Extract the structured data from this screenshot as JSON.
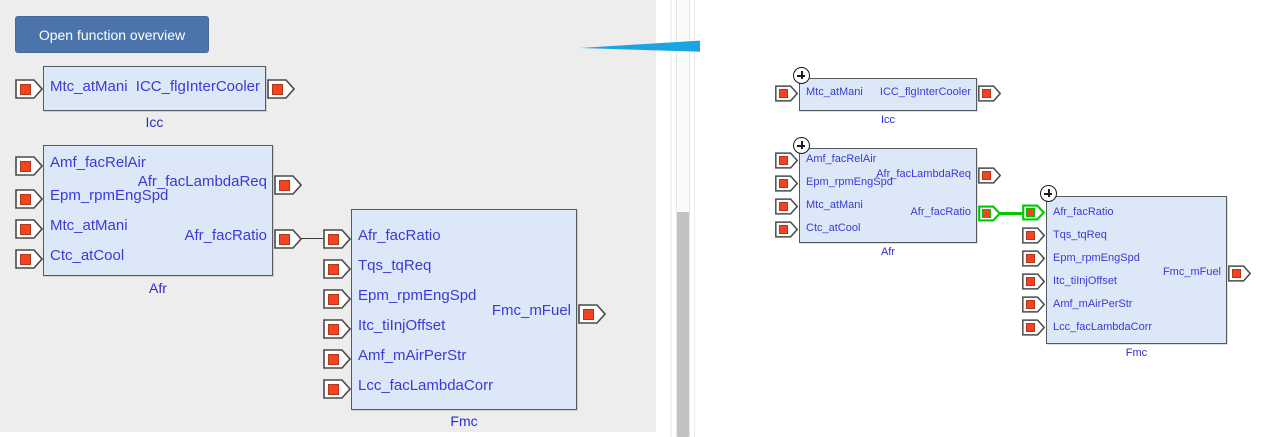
{
  "toolbar": {
    "open_overview_label": "Open function overview"
  },
  "arrow": {
    "name": "transition-arrow",
    "color": "#1ba4e3"
  },
  "colors": {
    "block_fill": "#dce8f8",
    "block_border": "#555a60",
    "port_chip": "#f4441f",
    "label_text": "#3a3ad8",
    "highlight_green": "#00c800",
    "button_blue": "#4a74ab",
    "left_pane_bg": "#ededed",
    "right_pane_bg": "#ffffff"
  },
  "left_pane": {
    "blocks": [
      {
        "id": "icc",
        "name": "Icc",
        "inputs": [
          "Mtc_atMani"
        ],
        "outputs": [
          "ICC_flgInterCooler"
        ]
      },
      {
        "id": "afr",
        "name": "Afr",
        "inputs": [
          "Amf_facRelAir",
          "Epm_rpmEngSpd",
          "Mtc_atMani",
          "Ctc_atCool"
        ],
        "outputs": [
          "Afr_facLambdaReq",
          "Afr_facRatio"
        ]
      },
      {
        "id": "fmc",
        "name": "Fmc",
        "inputs": [
          "Afr_facRatio",
          "Tqs_tqReq",
          "Epm_rpmEngSpd",
          "Itc_tiInjOffset",
          "Amf_mAirPerStr",
          "Lcc_facLambdaCorr"
        ],
        "outputs": [
          "Fmc_mFuel"
        ]
      }
    ]
  },
  "right_pane": {
    "blocks": [
      {
        "id": "icc",
        "name": "Icc",
        "inputs": [
          "Mtc_atMani"
        ],
        "outputs": [
          "ICC_flgInterCooler"
        ],
        "expand_badge": "plus-icon"
      },
      {
        "id": "afr",
        "name": "Afr",
        "inputs": [
          "Amf_facRelAir",
          "Epm_rpmEngSpd",
          "Mtc_atMani",
          "Ctc_atCool"
        ],
        "outputs": [
          "Afr_facLambdaReq",
          "Afr_facRatio"
        ],
        "expand_badge": "plus-icon"
      },
      {
        "id": "fmc",
        "name": "Fmc",
        "inputs": [
          "Afr_facRatio",
          "Tqs_tqReq",
          "Epm_rpmEngSpd",
          "Itc_tiInjOffset",
          "Amf_mAirPerStr",
          "Lcc_facLambdaCorr"
        ],
        "outputs": [
          "Fmc_mFuel"
        ],
        "expand_badge": "plus-icon"
      }
    ],
    "highlighted_connection": {
      "from": "Afr.Afr_facRatio",
      "to": "Fmc.Afr_facRatio"
    }
  },
  "scrollbar": {
    "orientation": "vertical"
  }
}
